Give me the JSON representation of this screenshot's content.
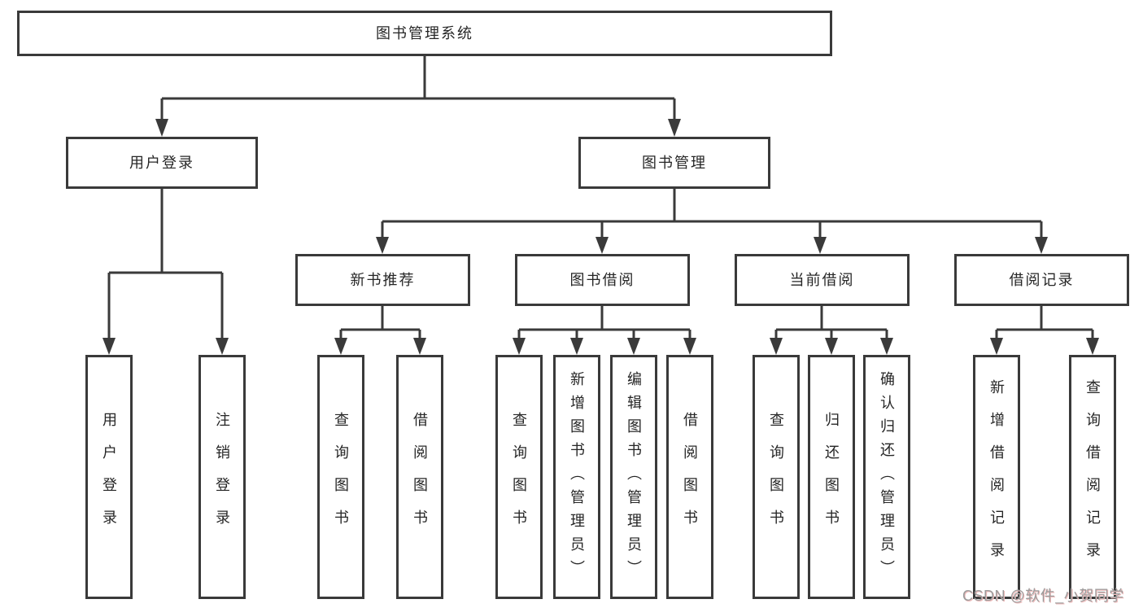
{
  "diagram": {
    "root": {
      "label": "图书管理系统"
    },
    "level2": [
      {
        "label": "用户登录",
        "children": [
          {
            "label": "用户登录"
          },
          {
            "label": "注销登录"
          }
        ]
      },
      {
        "label": "图书管理",
        "children": [
          {
            "label": "新书推荐",
            "children": [
              {
                "label": "查询图书"
              },
              {
                "label": "借阅图书"
              }
            ]
          },
          {
            "label": "图书借阅",
            "children": [
              {
                "label": "查询图书"
              },
              {
                "label": "新增图书（管理员）"
              },
              {
                "label": "编辑图书（管理员）"
              },
              {
                "label": "借阅图书"
              }
            ]
          },
          {
            "label": "当前借阅",
            "children": [
              {
                "label": "查询图书"
              },
              {
                "label": "归还图书"
              },
              {
                "label": "确认归还（管理员）"
              }
            ]
          },
          {
            "label": "借阅记录",
            "children": [
              {
                "label": "新增借阅记录"
              },
              {
                "label": "查询借阅记录"
              }
            ]
          }
        ]
      }
    ]
  },
  "watermark": {
    "text": "CSDN @软件_小贺同学"
  },
  "colors": {
    "line": "#3a3a3a",
    "box_border": "#3a3a3a",
    "text": "#262626",
    "background": "#ffffff",
    "watermark": "#9c9c9c"
  }
}
